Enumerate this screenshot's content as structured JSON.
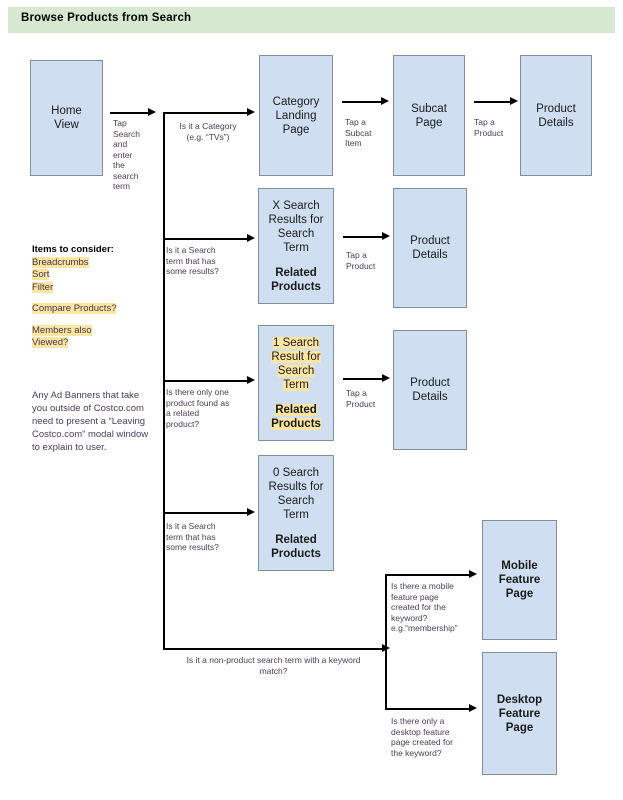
{
  "header": {
    "title": "Browse Products from Search"
  },
  "nodes": {
    "home_view": {
      "lines": [
        "Home",
        "View"
      ]
    },
    "category_landing": {
      "lines": [
        "Category",
        "Landing",
        "Page"
      ]
    },
    "subcat_page": {
      "lines": [
        "Subcat",
        "Page"
      ]
    },
    "product_details_1": {
      "lines": [
        "Product",
        "Details"
      ]
    },
    "x_search": {
      "top": [
        "X Search",
        "Results for",
        "Search",
        "Term"
      ],
      "bottom": [
        "Related",
        "Products"
      ]
    },
    "product_details_2": {
      "lines": [
        "Product",
        "Details"
      ]
    },
    "one_search": {
      "top": [
        "1 Search",
        "Result for",
        "Search",
        "Term"
      ],
      "bottom": [
        "Related",
        "Products"
      ]
    },
    "product_details_3": {
      "lines": [
        "Product",
        "Details"
      ]
    },
    "zero_search": {
      "top": [
        "0 Search",
        "Results for",
        "Search",
        "Term"
      ],
      "bottom": [
        "Related",
        "Products"
      ]
    },
    "mobile_feature": {
      "lines": [
        "Mobile",
        "Feature",
        "Page"
      ]
    },
    "desktop_feature": {
      "lines": [
        "Desktop",
        "Feature",
        "Page"
      ]
    }
  },
  "edge_labels": {
    "tap_search": "Tap\nSearch\nand\nenter\nthe\nsearch\nterm",
    "is_category": "Is it a Category\n(e.g. “TVs”)",
    "tap_subcat": "Tap a\nSubcat\nItem",
    "tap_product_1": "Tap a\nProduct",
    "is_search_some": "Is it a Search\nterm that has\nsome results?",
    "tap_product_2": "Tap a\nProduct",
    "only_one": "Is there only one\nproduct found as\na related\nproduct?",
    "tap_product_3": "Tap a\nProduct",
    "is_search_some2": "Is it a Search\nterm that has\nsome results?",
    "non_product": "Is it a non-product search term with a keyword\nmatch?",
    "mobile_q": "Is there a mobile\nfeature page\ncreated for the\nkeyword?\ne.g.“membership”",
    "desktop_q": "Is there only a\ndesktop feature\npage created for\nthe keyword?"
  },
  "notes": {
    "items_heading": "Items to consider:",
    "items": [
      "Breadcrumbs",
      "Sort",
      "Filter"
    ],
    "compare": "Compare Products?",
    "members": [
      "Members also",
      "Viewed?"
    ],
    "ad_banner": "Any Ad Banners that take you outside of Costco.com need to present a “Leaving Costco.com” modal window to explain to user."
  },
  "colors": {
    "banner_green": "#d7e8d0",
    "node_fill": "#cfdff1",
    "node_stroke": "#808e9b",
    "highlight_yellow": "#ffe5a0",
    "label_text": "#4a3d55"
  }
}
